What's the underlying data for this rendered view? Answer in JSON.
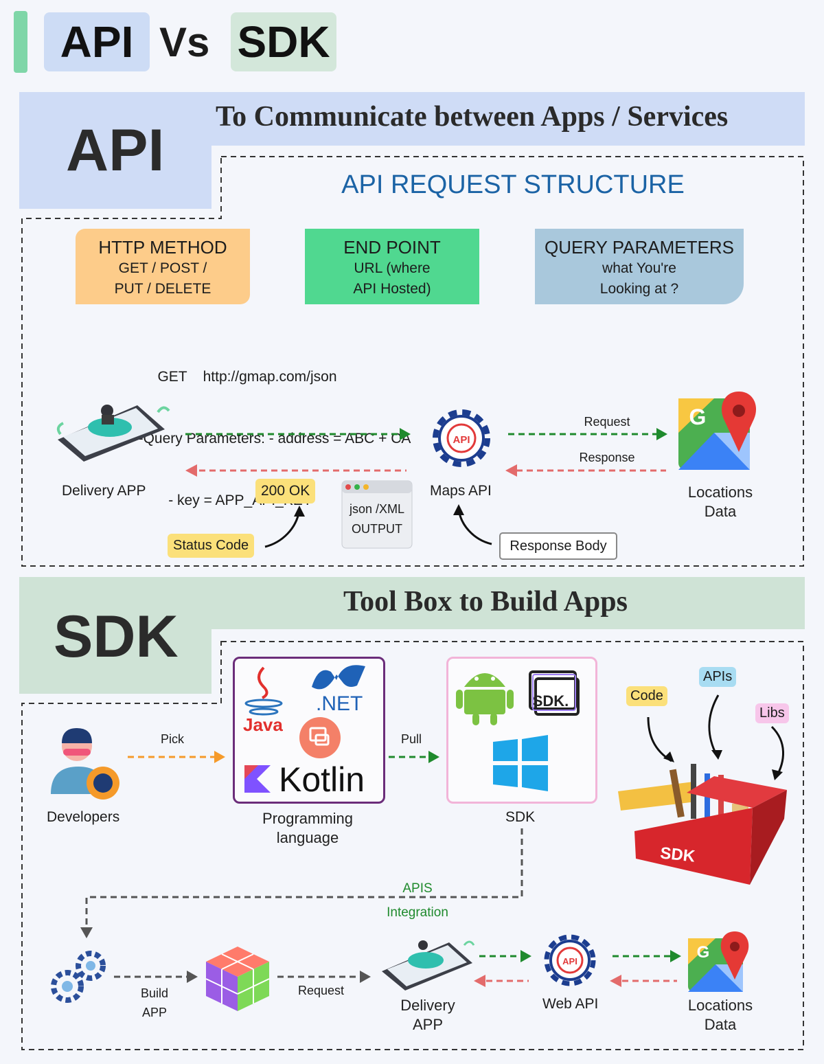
{
  "header": {
    "left": "API",
    "middle": "Vs",
    "right": "SDK"
  },
  "api_section": {
    "label": "API",
    "tagline": "To Communicate between Apps / Services",
    "structure_title": "API REQUEST STRUCTURE",
    "cards": [
      {
        "title": "HTTP METHOD",
        "line1": "GET / POST /",
        "line2": "PUT / DELETE"
      },
      {
        "title": "END POINT",
        "line1": "URL (where",
        "line2": "API Hosted)"
      },
      {
        "title": "QUERY PARAMETERS",
        "line1": "what You're",
        "line2": "Looking at ?"
      }
    ],
    "example": {
      "line1": "GET    http://gmap.com/json",
      "line2": "-Query Parameters: - address = ABC + CA",
      "line3": "- key = APP_API_KEY"
    },
    "flow": {
      "delivery_app": "Delivery APP",
      "maps_api": "Maps API",
      "api_badge": "API",
      "locations_line1": "Locations",
      "locations_line2": "Data",
      "request": "Request",
      "response": "Response",
      "ok_badge": "200 OK",
      "status_code": "Status Code",
      "output_line1": "json /XML",
      "output_line2": "OUTPUT",
      "response_body": "Response Body"
    }
  },
  "sdk_section": {
    "label": "SDK",
    "tagline": "Tool Box to Build Apps",
    "developers": "Developers",
    "pick": "Pick",
    "pull": "Pull",
    "java": "Java",
    "net": ".NET",
    "kotlin": "Kotlin",
    "prog_line1": "Programming",
    "prog_line2": "language",
    "sdk_logo": "SDK.",
    "sdk_label": "SDK",
    "tags": {
      "code": "Code",
      "apis": "APIs",
      "libs": "Libs"
    },
    "toolbox_text": "SDK",
    "apis_integration_line1": "APIS",
    "apis_integration_line2": "Integration",
    "build_line1": "Build",
    "build_line2": "APP",
    "request": "Request",
    "delivery_line1": "Delivery",
    "delivery_line2": "APP",
    "web_api": "Web API",
    "api_badge": "API",
    "locations_line1": "Locations",
    "locations_line2": "Data"
  },
  "colors": {
    "api_blue": "#cfdcf6",
    "sdk_green": "#cfe3d6",
    "http_orange": "#fdcc8a",
    "endpoint_green": "#50d890",
    "query_blue": "#a9c8dc",
    "structure_title": "#1b63a5",
    "arrow_green": "#1f8a2d",
    "arrow_red": "#e36b6b",
    "arrow_orange": "#f59a2a",
    "tag_yellow": "#fbe07a"
  }
}
